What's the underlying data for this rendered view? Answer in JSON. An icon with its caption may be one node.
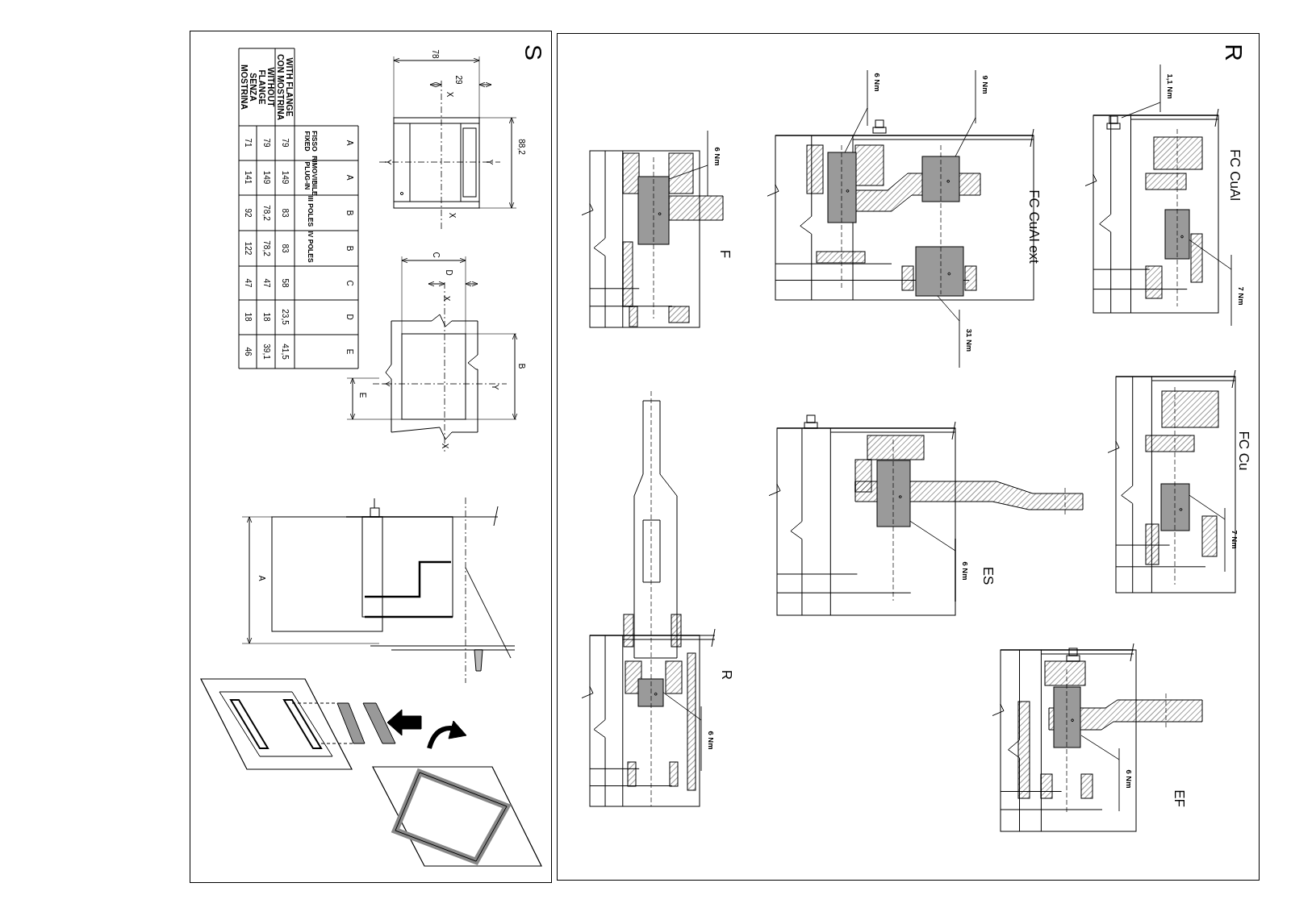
{
  "diagram": {
    "nodes": [
      {
        "text": [
          "S"
        ]
      },
      {
        "text": [
          "R"
        ]
      },
      {
        "text": [
          "6 Nm"
        ],
        "in": 1
      },
      {
        "text": [
          "6 Nm"
        ],
        "in": 1
      },
      {
        "text": [
          "9 Nm"
        ],
        "in": 1
      },
      {
        "text": [
          "31 Nm"
        ],
        "in": 1
      },
      {
        "text": [
          "1,1 Nm"
        ],
        "in": 1
      },
      {
        "text": [
          "7 Nm"
        ],
        "in": 1
      },
      {
        "text": [
          "6 Nm"
        ],
        "in": 1
      },
      {
        "text": [
          "6 Nm"
        ],
        "in": 1
      },
      {
        "text": [
          "7 Nm"
        ],
        "in": 1
      },
      {
        "text": [
          "6 Nm"
        ],
        "in": 1
      }
    ],
    "edges": [
      {
        "from": 2,
        "to": null,
        "arrow": "none"
      },
      {
        "from": 3,
        "to": null,
        "arrow": "none"
      },
      {
        "from": 4,
        "to": null,
        "arrow": "none"
      },
      {
        "from": 5,
        "to": null,
        "arrow": "none"
      },
      {
        "from": 6,
        "to": null,
        "arrow": "none"
      },
      {
        "from": 7,
        "to": null,
        "arrow": "none"
      },
      {
        "from": 8,
        "to": null,
        "arrow": "none"
      },
      {
        "from": 9,
        "to": null,
        "arrow": "none"
      },
      {
        "from": 10,
        "to": null,
        "arrow": "none"
      },
      {
        "from": 11,
        "to": null,
        "arrow": "none"
      }
    ],
    "labels": [
      "A",
      "FISSO FIXED",
      "A",
      "RIMOVIBILE PLUG-IN",
      "B",
      "III POLES",
      "B",
      "IV POLES",
      "C",
      "D",
      "E",
      "WITH FLANGE CON MOSTRINA",
      "79",
      "149",
      "83",
      "83",
      "58",
      "23,5",
      "41,5",
      "WITHOUT FLANGE SENZA MOSTRINA",
      "79",
      "149",
      "78,2",
      "78,2",
      "47",
      "18",
      "39,1",
      "71",
      "141",
      "92",
      "122",
      "47",
      "18",
      "46",
      "78",
      "29",
      "X",
      "Y",
      "Y",
      "88,2",
      "X",
      "C",
      "D",
      "X",
      "B",
      "Y",
      "Y",
      "E",
      "X",
      "A",
      "F",
      "FC CuAl ext",
      "FC CuAl",
      "FC Cu",
      "ES",
      "R",
      "EF"
    ]
  }
}
